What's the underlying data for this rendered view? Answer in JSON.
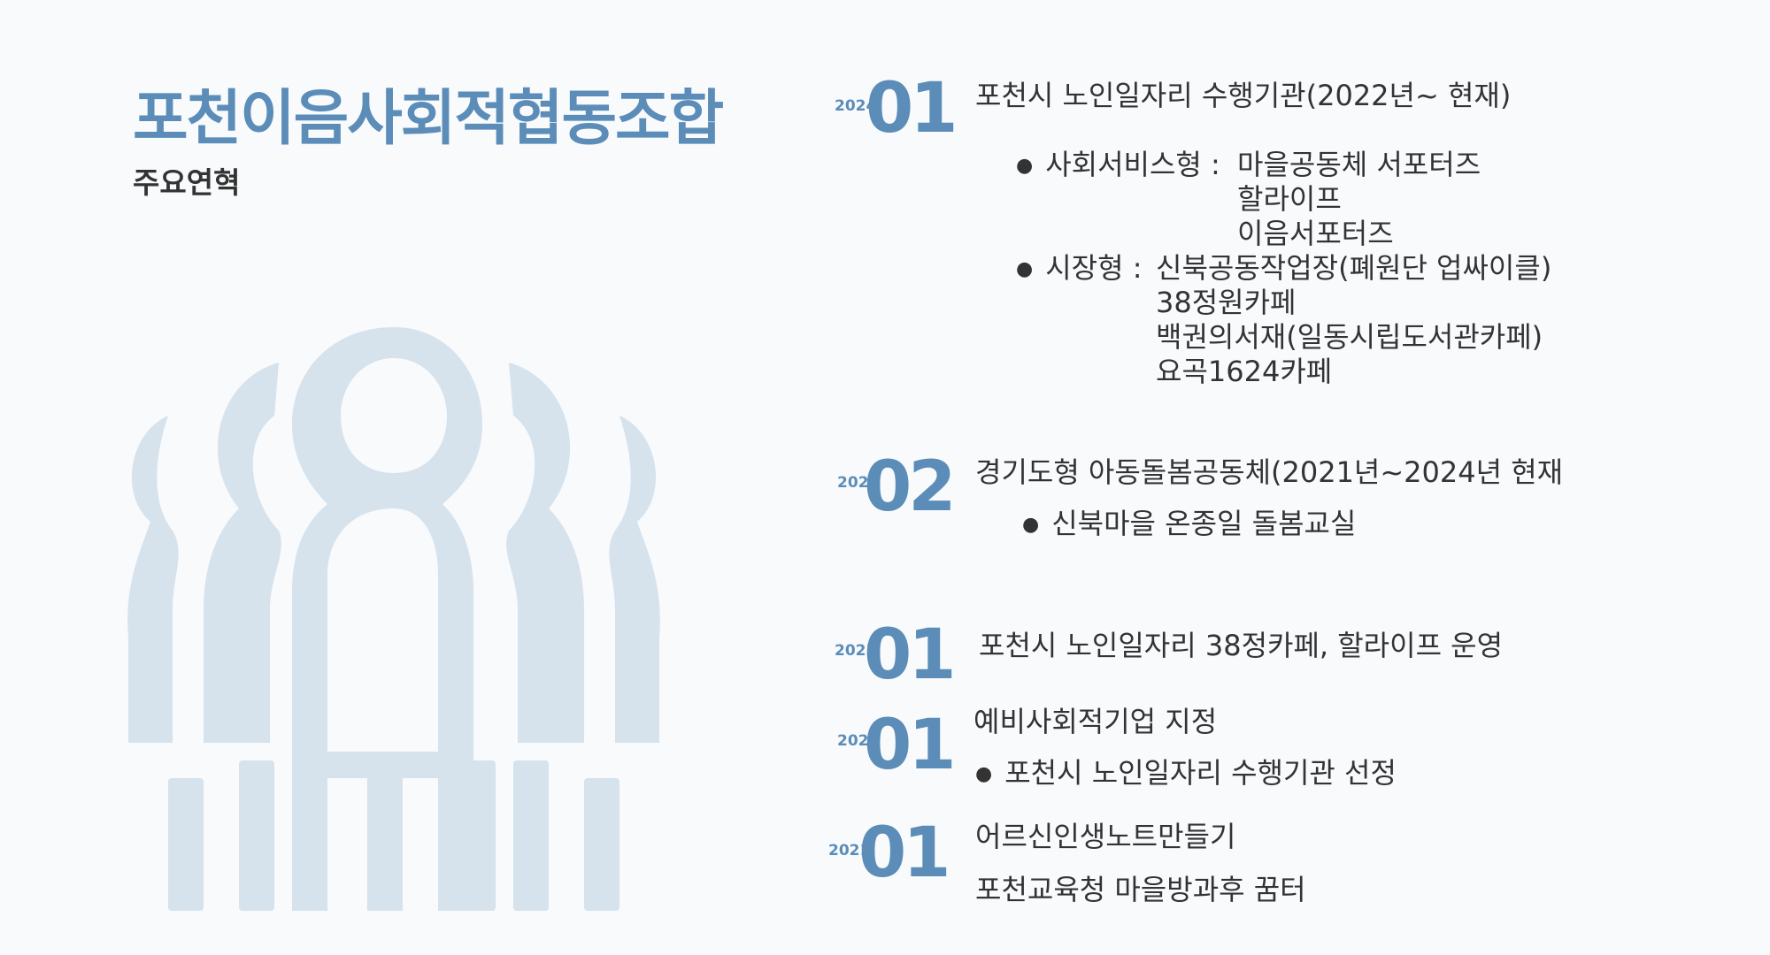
{
  "title": "포천이음사회적협동조합",
  "subtitle": "주요연혁",
  "colors": {
    "accent": "#5b8db8",
    "figure": "#d6e2ec"
  },
  "entries": [
    {
      "year": "2024",
      "num": "01",
      "heading": "포천시 노인일자리 수행기관(2022년~ 현재)",
      "groups": [
        {
          "label": "사회서비스형 :",
          "items": [
            "마을공동체 서포터즈",
            "할라이프",
            "이음서포터즈"
          ]
        },
        {
          "label": "시장형 :",
          "items": [
            "신북공동작업장(폐원단 업싸이클)",
            "38정원카페",
            "백권의서재(일동시립도서관카페)",
            "요곡1624카페"
          ]
        }
      ]
    },
    {
      "year": "2024",
      "num": "02",
      "heading": "경기도형 아동돌봄공동체(2021년~2024년 현재",
      "bullets": [
        "신북마을 온종일 돌봄교실"
      ]
    },
    {
      "year": "2023",
      "num": "01",
      "heading": "포천시 노인일자리 38정카페, 할라이프 운영"
    },
    {
      "year": "2022",
      "num": "01",
      "heading": "예비사회적기업 지정",
      "bullets": [
        "포천시 노인일자리 수행기관 선정"
      ]
    },
    {
      "year": "2021",
      "num": "01",
      "lines": [
        "어르신인생노트만들기",
        "포천교육청 마을방과후 꿈터"
      ]
    }
  ]
}
